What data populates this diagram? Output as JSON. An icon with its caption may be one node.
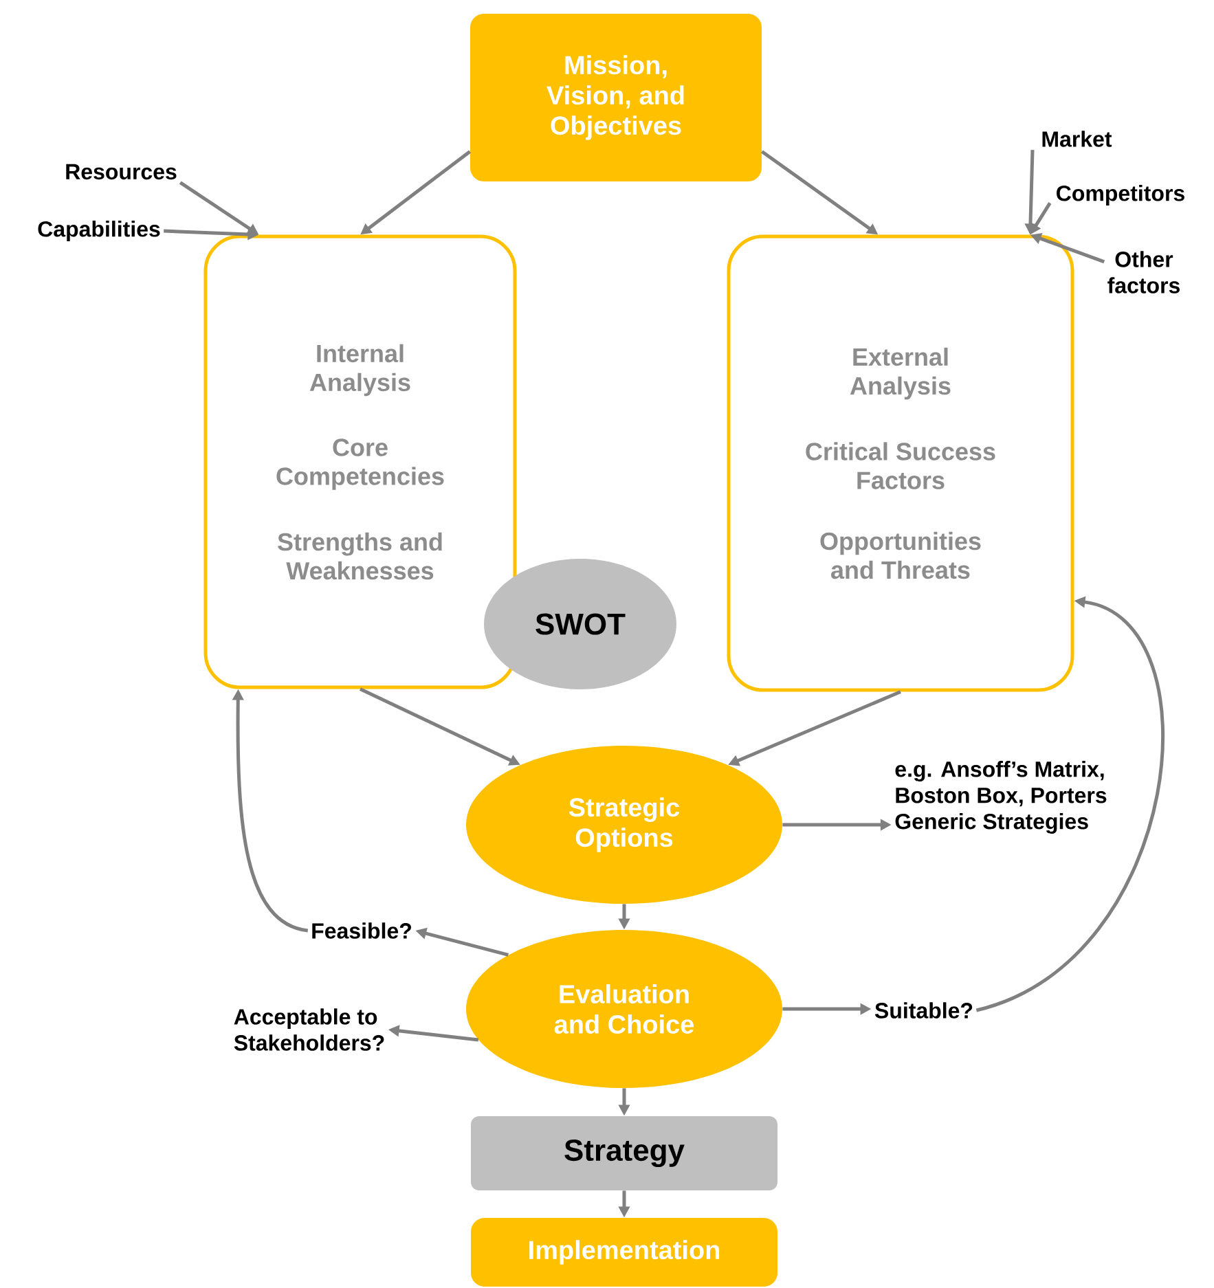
{
  "diagram": {
    "nodes": [
      {
        "text": [
          "Mission, Vision, and Objectives"
        ]
      },
      {
        "text": [
          "Resources"
        ]
      },
      {
        "text": [
          "Capabilities"
        ]
      },
      {
        "text": [
          "Internal Analysis",
          "Core Competencies",
          "Strengths and Weaknesses"
        ]
      },
      {
        "text": [
          "Market"
        ]
      },
      {
        "text": [
          "Competitors"
        ]
      },
      {
        "text": [
          "Other factors"
        ]
      },
      {
        "text": [
          "External Analysis",
          "Critical Success Factors",
          "Opportunities and Threats"
        ]
      },
      {
        "text": [
          "SWOT"
        ]
      },
      {
        "text": [
          "Strategic Options"
        ]
      },
      {
        "text": [
          "e.g. Ansoff’s Matrix, Boston Box, Porters Generic Strategies"
        ]
      },
      {
        "text": [
          "Feasible?"
        ]
      },
      {
        "text": [
          "Evaluation and Choice"
        ]
      },
      {
        "text": [
          "Acceptable to Stakeholders?"
        ]
      },
      {
        "text": [
          "Suitable?"
        ]
      },
      {
        "text": [
          "Strategy"
        ]
      },
      {
        "text": [
          "Implementation"
        ]
      }
    ],
    "edges": [
      {
        "from": 0,
        "to": 3,
        "arrow": "to"
      },
      {
        "from": 0,
        "to": 7,
        "arrow": "to"
      },
      {
        "from": 1,
        "to": 3,
        "arrow": "to"
      },
      {
        "from": 2,
        "to": 3,
        "arrow": "to"
      },
      {
        "from": 4,
        "to": 7,
        "arrow": "to"
      },
      {
        "from": 5,
        "to": 7,
        "arrow": "to"
      },
      {
        "from": 6,
        "to": 7,
        "arrow": "to"
      },
      {
        "from": 3,
        "to": 9,
        "arrow": "to"
      },
      {
        "from": 7,
        "to": 9,
        "arrow": "to"
      },
      {
        "from": 9,
        "to": 10,
        "arrow": "to"
      },
      {
        "from": 9,
        "to": 12,
        "arrow": "to"
      },
      {
        "from": 12,
        "to": 11,
        "arrow": "to"
      },
      {
        "from": 12,
        "to": 13,
        "arrow": "to"
      },
      {
        "from": 12,
        "to": 14,
        "arrow": "to"
      },
      {
        "from": 11,
        "to": 3,
        "arrow": "to"
      },
      {
        "from": 14,
        "to": 7,
        "arrow": "to"
      },
      {
        "from": 12,
        "to": 15,
        "arrow": "to"
      },
      {
        "from": 15,
        "to": 16,
        "arrow": "to"
      }
    ]
  }
}
